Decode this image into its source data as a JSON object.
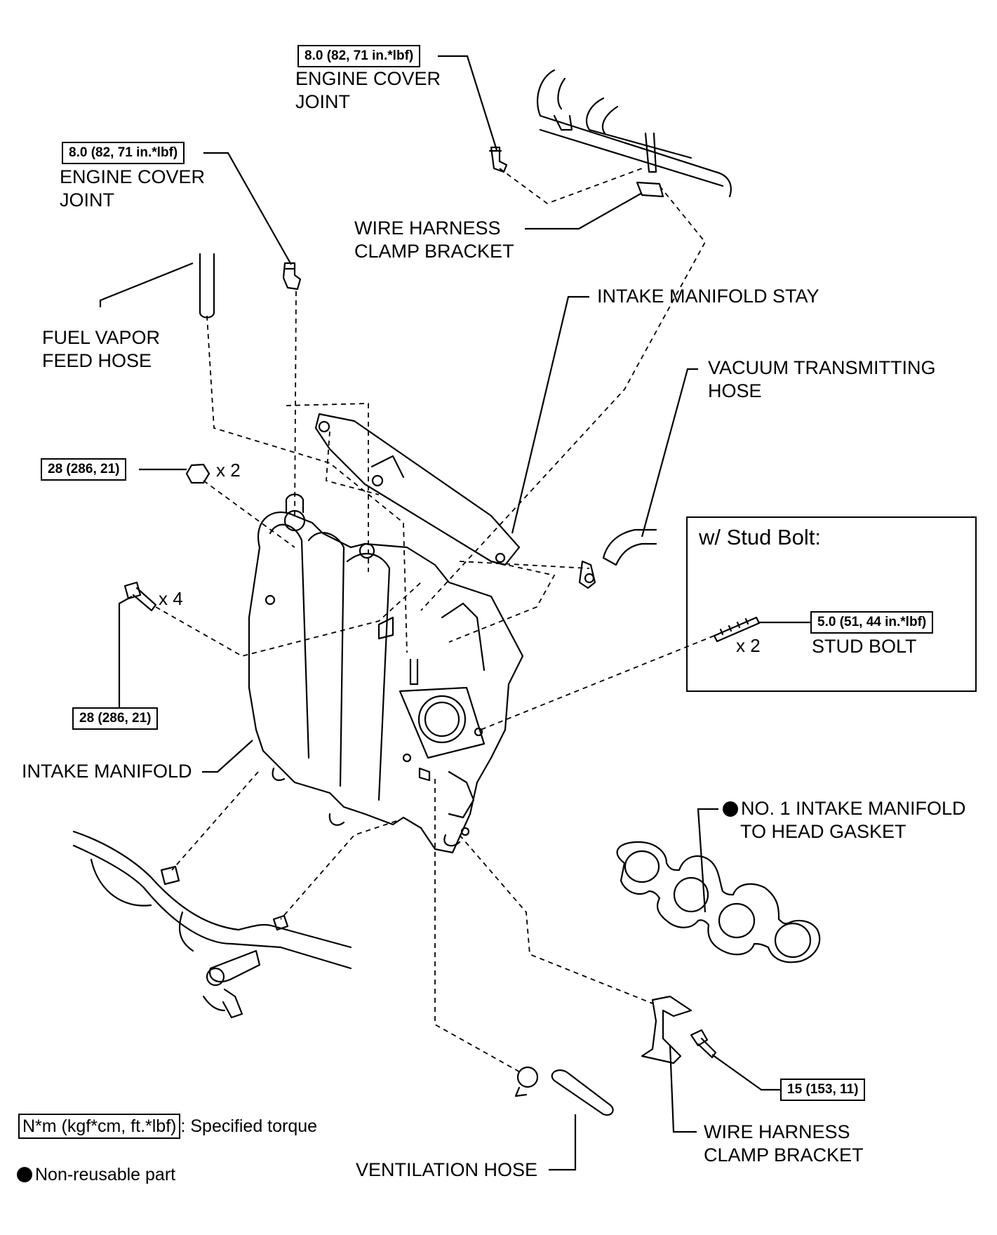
{
  "labels": {
    "engine_cover_joint_top": [
      "ENGINE COVER",
      "JOINT"
    ],
    "engine_cover_joint_left": [
      "ENGINE COVER",
      "JOINT"
    ],
    "wire_harness_clamp_bracket_top": [
      "WIRE HARNESS",
      "CLAMP BRACKET"
    ],
    "intake_manifold_stay": "INTAKE MANIFOLD STAY",
    "fuel_vapor_feed_hose": [
      "FUEL VAPOR",
      "FEED HOSE"
    ],
    "vacuum_transmitting_hose": [
      "VACUUM TRANSMITTING",
      "HOSE"
    ],
    "intake_manifold": "INTAKE MANIFOLD",
    "gasket": [
      "NO. 1 INTAKE MANIFOLD",
      "TO HEAD GASKET"
    ],
    "ventilation_hose": "VENTILATION HOSE",
    "wire_harness_clamp_bracket_bottom": [
      "WIRE HARNESS",
      "CLAMP BRACKET"
    ],
    "stud_bolt": "STUD BOLT"
  },
  "torques": {
    "engine_cover_joint_top": "8.0 (82, 71 in.*lbf)",
    "engine_cover_joint_left": "8.0 (82, 71 in.*lbf)",
    "nut": "28 (286, 21)",
    "bolt": "28 (286, 21)",
    "stud_bolt": "5.0 (51, 44 in.*lbf)",
    "bracket_bolt": "15 (153, 11)"
  },
  "quantities": {
    "nut": "x 2",
    "bolt": "x 4",
    "stud_bolt": "x 2"
  },
  "inset": {
    "title": "w/ Stud Bolt:"
  },
  "legend": {
    "torque_box": "N*m (kgf*cm, ft.*lbf)",
    "torque_text": ": Specified torque",
    "non_reusable": "Non-reusable part"
  }
}
